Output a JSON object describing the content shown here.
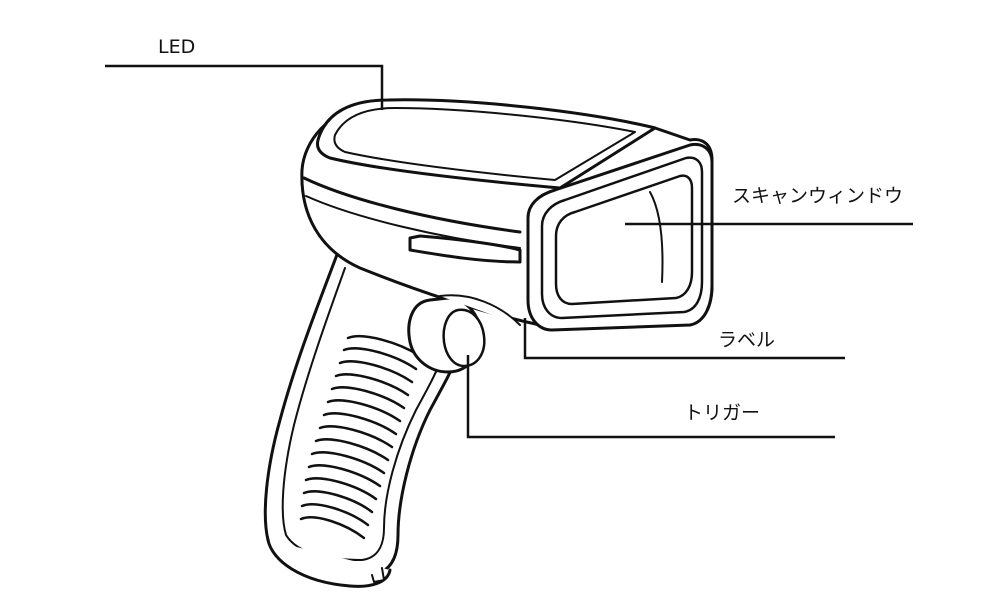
{
  "diagram": {
    "callouts": {
      "led": "LED",
      "scan_window": "スキャンウィンドウ",
      "label": "ラベル",
      "trigger": "トリガー"
    }
  },
  "colors": {
    "ink": "#111111",
    "background": "#ffffff",
    "fill": "#ffffff"
  }
}
